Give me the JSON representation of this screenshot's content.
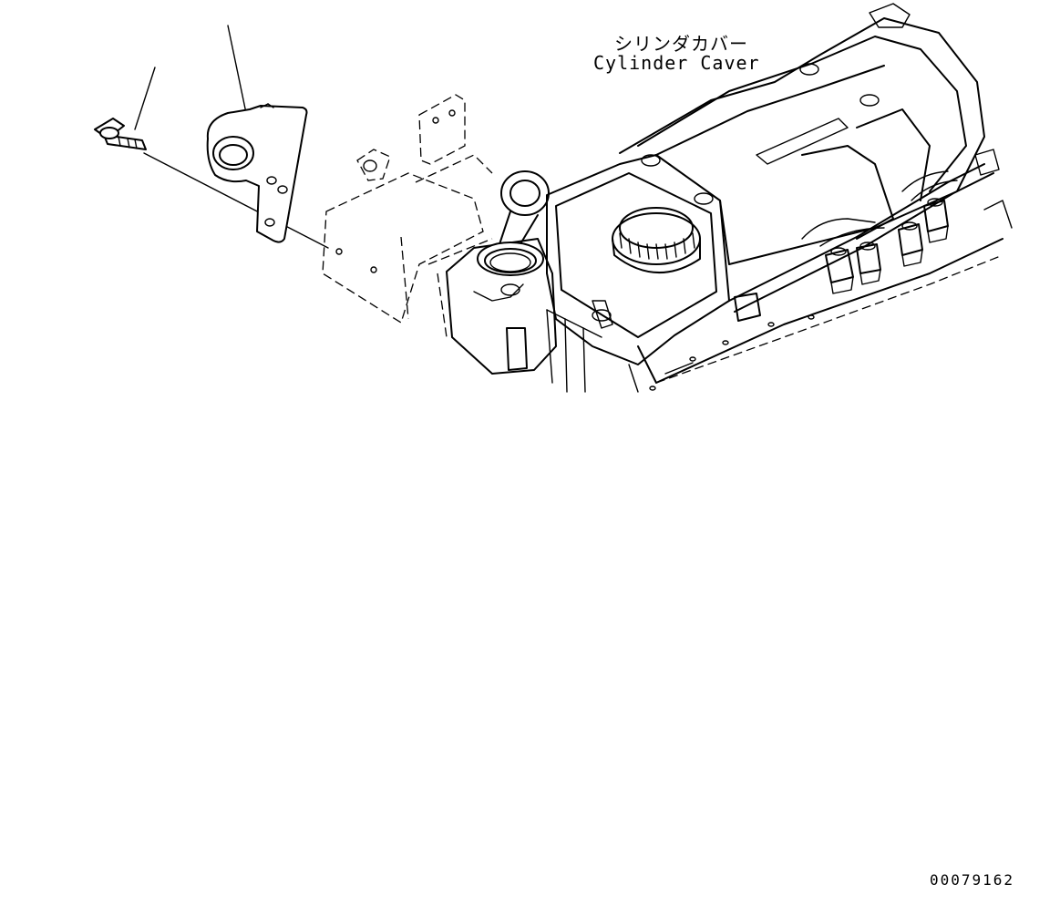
{
  "diagram": {
    "callout_label_jp": "シリンダカバー",
    "callout_label_en": "Cylinder Caver",
    "document_number": "00079162"
  }
}
